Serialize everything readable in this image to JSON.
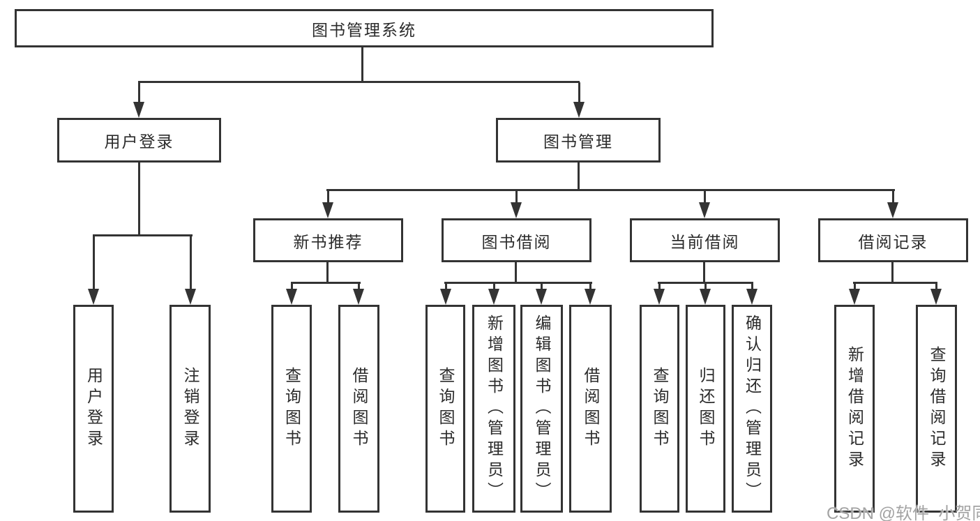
{
  "diagram_title": "图书管理系统",
  "nodes": {
    "root": "图书管理系统",
    "user_login": "用户登录",
    "book_mgmt": "图书管理",
    "new_book": "新书推荐",
    "borrow": "图书借阅",
    "current": "当前借阅",
    "records": "借阅记录"
  },
  "leaves": {
    "user_login": [
      "用户登录",
      "注销登录"
    ],
    "new_book": [
      "查询图书",
      "借阅图书"
    ],
    "borrow": [
      "查询图书",
      "新增图书（管理员）",
      "编辑图书（管理员）",
      "借阅图书"
    ],
    "current": [
      "查询图书",
      "归还图书",
      "确认归还（管理员）"
    ],
    "records": [
      "新增借阅记录",
      "查询借阅记录"
    ]
  },
  "watermark": "CSDN @软件_小贺同学",
  "colors": {
    "line": "#333333",
    "text": "#2b2b2b",
    "watermark": "#a3a3a3",
    "background": "#ffffff"
  }
}
